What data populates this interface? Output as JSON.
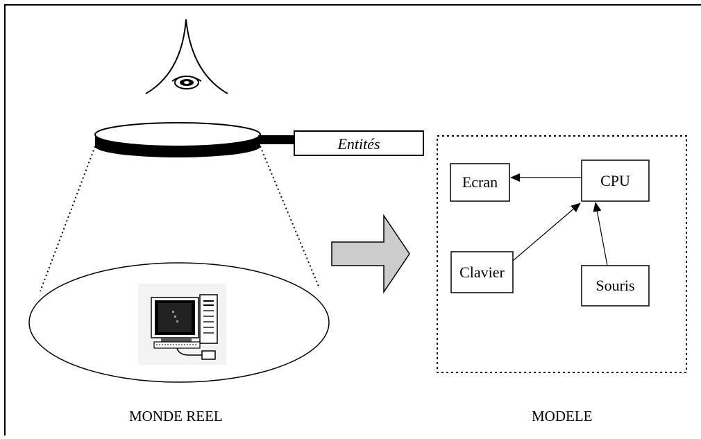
{
  "labels": {
    "entities": "Entités",
    "real_world": "MONDE REEL",
    "model": "MODELE"
  },
  "model_boxes": {
    "screen": "Ecran",
    "cpu": "CPU",
    "keyboard": "Clavier",
    "mouse": "Souris"
  },
  "icons": {
    "eye": "eye-icon",
    "magnifier": "magnifying-glass-icon",
    "computer": "desktop-computer-icon",
    "arrow": "right-arrow-icon"
  },
  "colors": {
    "stroke": "#000000",
    "arrow_fill": "#cccccc",
    "background": "#ffffff"
  }
}
